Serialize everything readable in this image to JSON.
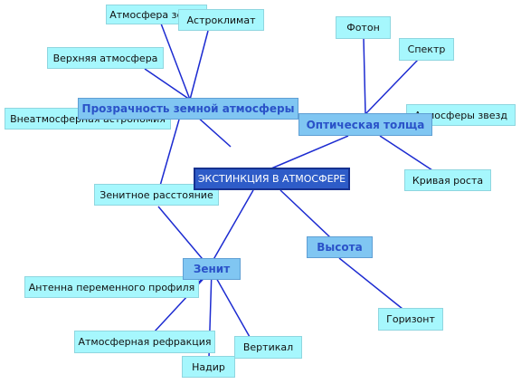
{
  "root": {
    "label": "ЭКСТИНКЦИЯ В АТМОСФЕРЕ"
  },
  "branches": {
    "transparency": {
      "label": "Прозрачность земной атмосферы"
    },
    "optical_depth": {
      "label": "Оптическая толща"
    },
    "zenith": {
      "label": "Зенит"
    },
    "altitude": {
      "label": "Высота"
    }
  },
  "leaves": {
    "earth_atmosphere": "Атмосфера земли",
    "astroclimate": "Астроклимат",
    "upper_atmosphere": "Верхняя атмосфера",
    "extra_atmospheric_astronomy": "Внеатмосферная астрономия",
    "zenith_distance": "Зенитное расстояние",
    "photon": "Фотон",
    "spectrum": "Спектр",
    "stellar_atmospheres": "Атмосферы звезд",
    "growth_curve": "Кривая роста",
    "antenna": "Антенна переменного профиля",
    "refraction": "Атмосферная рефракция",
    "nadir": "Надир",
    "vertical": "Вертикал",
    "horizon": "Горизонт"
  },
  "colors": {
    "edge": "#1c2bd1",
    "leaf_fill": "#a6f7fd",
    "branch_fill": "#80c6f2",
    "branch_text": "#2a52c8",
    "root_fill": "#2e5cc8"
  }
}
